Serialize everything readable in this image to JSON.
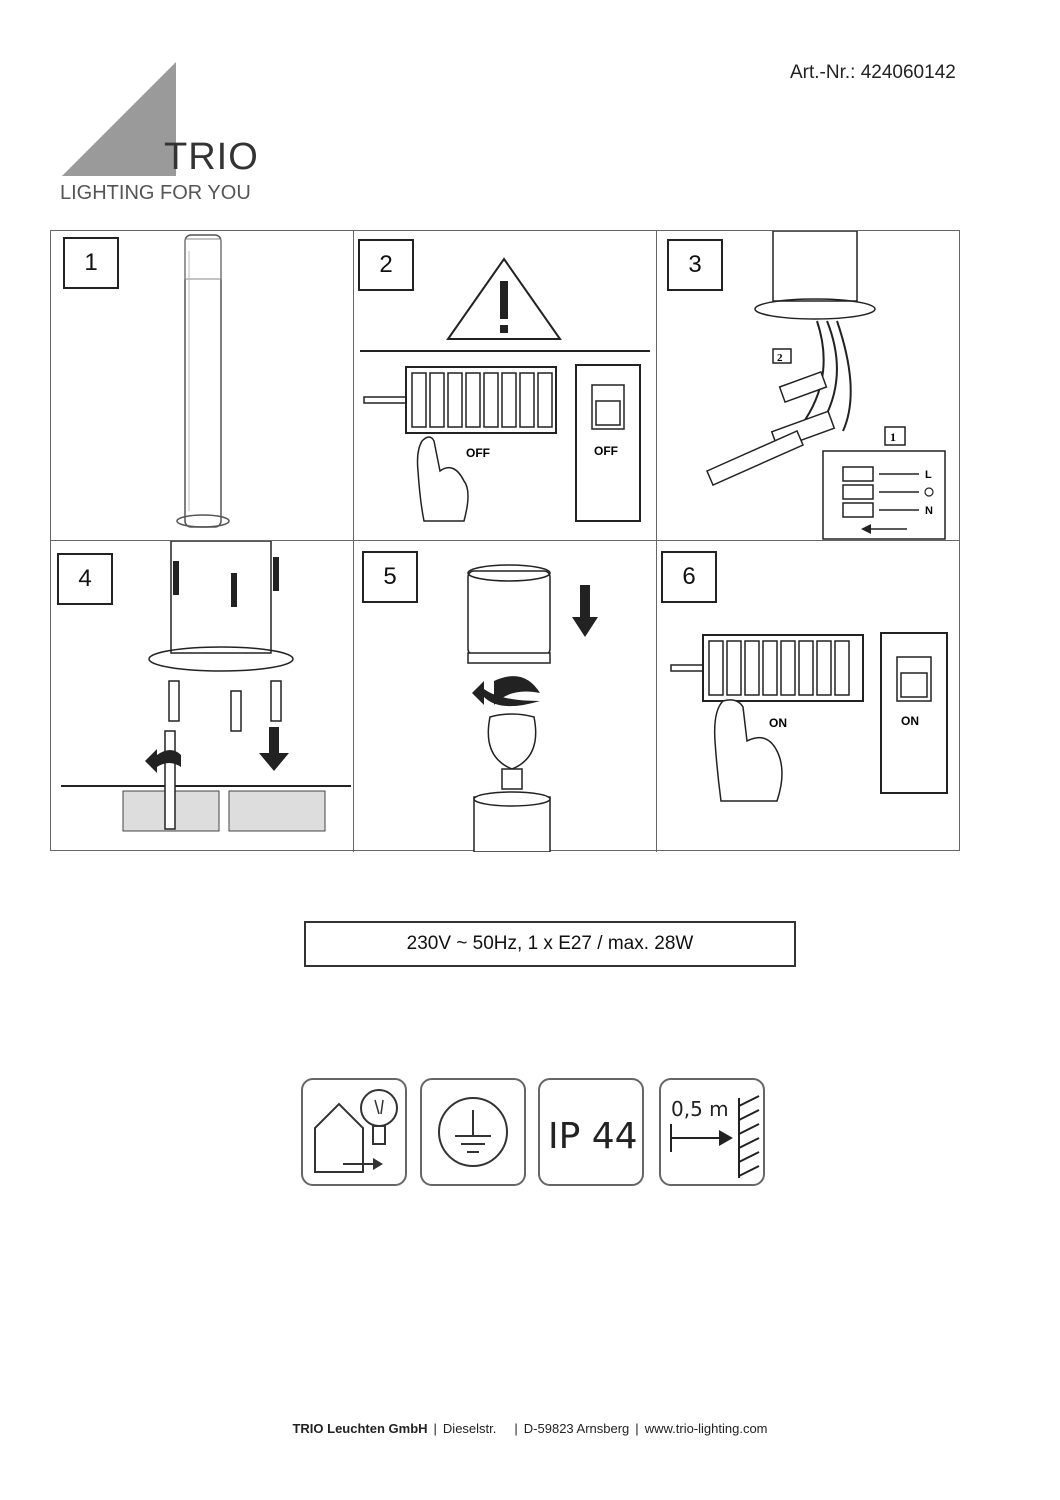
{
  "header": {
    "art_nr": "Art.-Nr.: 424060142",
    "logo_word": "TRIO",
    "logo_tagline": "LIGHTING FOR YOU"
  },
  "steps": [
    {
      "number": "1"
    },
    {
      "number": "2",
      "switch_label_left": "OFF",
      "switch_label_right": "OFF"
    },
    {
      "number": "3",
      "inset_num_2": "2",
      "inset_num_1": "1",
      "terminal_L": "L",
      "terminal_N": "N"
    },
    {
      "number": "4"
    },
    {
      "number": "5"
    },
    {
      "number": "6",
      "switch_label_left": "ON",
      "switch_label_right": "ON"
    }
  ],
  "spec": "230V ~ 50Hz, 1 x E27 / max. 28W",
  "icons": {
    "ip_rating": "IP 44",
    "distance": "0,5 m"
  },
  "footer": {
    "company": "TRIO Leuchten GmbH",
    "street": "Dieselstr.",
    "city": "D-59823 Arnsberg",
    "web": "www.trio-lighting.com"
  }
}
